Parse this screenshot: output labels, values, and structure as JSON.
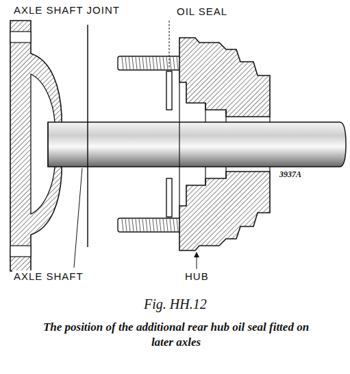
{
  "diagram": {
    "caption": "The position of the additional rear hub oil seal fitted on later axles",
    "labels": [
      "AXLE SHAFT JOINT",
      "OIL SEAL",
      "AXLE SHAFT",
      "HUB",
      "3937A",
      "Fig. HH.12"
    ]
  }
}
